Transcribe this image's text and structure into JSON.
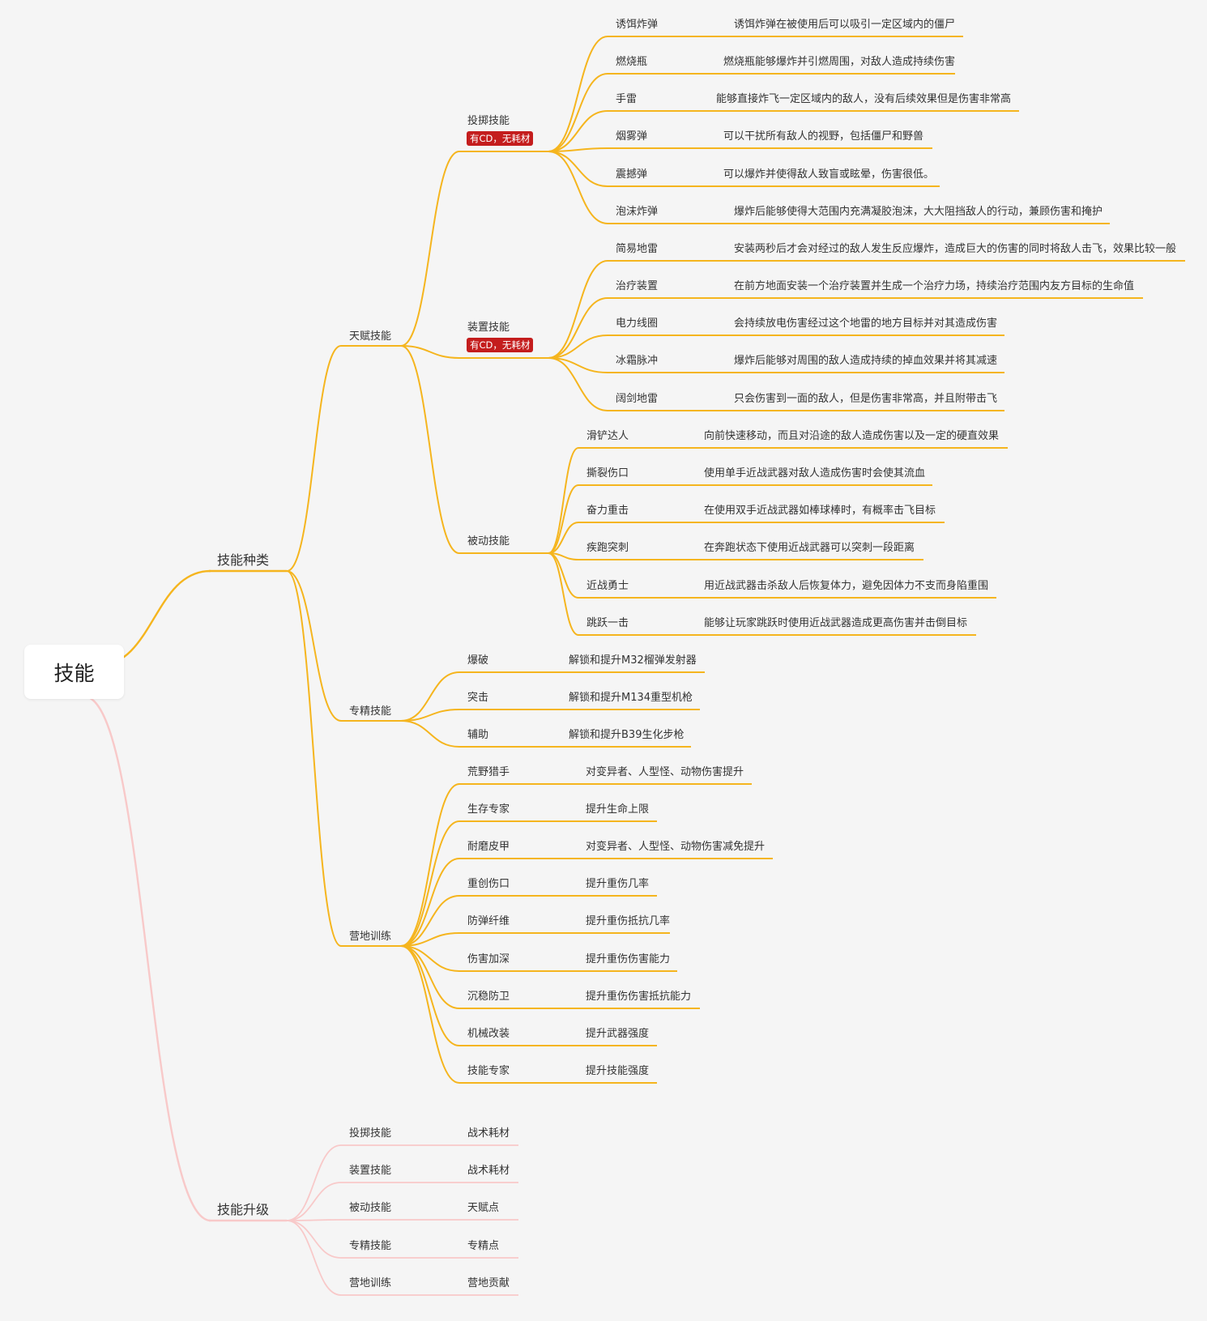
{
  "root": {
    "label": "技能"
  },
  "colors": {
    "branch_types": "#f5b51e",
    "branch_upgrade": "#f8c9c9"
  },
  "branches": [
    {
      "label": "技能种类",
      "color": "#f5b51e",
      "children": [
        {
          "label": "天赋技能",
          "children": [
            {
              "label": "投掷技能",
              "tag": "有CD，无耗材",
              "children": [
                {
                  "label": "诱饵炸弹",
                  "desc": "诱饵炸弹在被使用后可以吸引一定区域内的僵尸"
                },
                {
                  "label": "燃烧瓶",
                  "desc": "燃烧瓶能够爆炸并引燃周围，对敌人造成持续伤害"
                },
                {
                  "label": "手雷",
                  "desc": "能够直接炸飞一定区域内的敌人，没有后续效果但是伤害非常高"
                },
                {
                  "label": "烟雾弹",
                  "desc": "可以干扰所有敌人的视野，包括僵尸和野兽"
                },
                {
                  "label": "震撼弹",
                  "desc": "可以爆炸并使得敌人致盲或眩晕，伤害很低。"
                },
                {
                  "label": "泡沫炸弹",
                  "desc": "爆炸后能够使得大范围内充满凝胶泡沫，大大阻挡敌人的行动，兼顾伤害和掩护"
                }
              ]
            },
            {
              "label": "装置技能",
              "tag": "有CD，无耗材",
              "children": [
                {
                  "label": "简易地雷",
                  "desc": "安装两秒后才会对经过的敌人发生反应爆炸，造成巨大的伤害的同时将敌人击飞，效果比较一般"
                },
                {
                  "label": "治疗装置",
                  "desc": "在前方地面安装一个治疗装置并生成一个治疗力场，持续治疗范围内友方目标的生命值"
                },
                {
                  "label": "电力线圈",
                  "desc": "会持续放电伤害经过这个地雷的地方目标并对其造成伤害"
                },
                {
                  "label": "冰霜脉冲",
                  "desc": "爆炸后能够对周围的敌人造成持续的掉血效果并将其减速"
                },
                {
                  "label": "阔剑地雷",
                  "desc": "只会伤害到一面的敌人，但是伤害非常高，并且附带击飞"
                }
              ]
            },
            {
              "label": "被动技能",
              "children": [
                {
                  "label": "滑铲达人",
                  "desc": "向前快速移动，而且对沿途的敌人造成伤害以及一定的硬直效果"
                },
                {
                  "label": "撕裂伤口",
                  "desc": "使用单手近战武器对敌人造成伤害时会使其流血"
                },
                {
                  "label": "奋力重击",
                  "desc": "在使用双手近战武器如棒球棒时，有概率击飞目标"
                },
                {
                  "label": "疾跑突刺",
                  "desc": "在奔跑状态下使用近战武器可以突刺一段距离"
                },
                {
                  "label": "近战勇士",
                  "desc": "用近战武器击杀敌人后恢复体力，避免因体力不支而身陷重围"
                },
                {
                  "label": "跳跃一击",
                  "desc": "能够让玩家跳跃时使用近战武器造成更高伤害并击倒目标"
                }
              ]
            }
          ]
        },
        {
          "label": "专精技能",
          "children": [
            {
              "label": "爆破",
              "desc": "解锁和提升M32榴弹发射器"
            },
            {
              "label": "突击",
              "desc": "解锁和提升M134重型机枪"
            },
            {
              "label": "辅助",
              "desc": "解锁和提升B39生化步枪"
            }
          ]
        },
        {
          "label": "营地训练",
          "children": [
            {
              "label": "荒野猎手",
              "desc": "对变异者、人型怪、动物伤害提升"
            },
            {
              "label": "生存专家",
              "desc": "提升生命上限"
            },
            {
              "label": "耐磨皮甲",
              "desc": "对变异者、人型怪、动物伤害减免提升"
            },
            {
              "label": "重创伤口",
              "desc": "提升重伤几率"
            },
            {
              "label": "防弹纤维",
              "desc": "提升重伤抵抗几率"
            },
            {
              "label": "伤害加深",
              "desc": "提升重伤伤害能力"
            },
            {
              "label": "沉稳防卫",
              "desc": "提升重伤伤害抵抗能力"
            },
            {
              "label": "机械改装",
              "desc": "提升武器强度"
            },
            {
              "label": "技能专家",
              "desc": "提升技能强度"
            }
          ]
        }
      ]
    },
    {
      "label": "技能升级",
      "color": "#f8c9c9",
      "children": [
        {
          "label": "投掷技能",
          "desc": "战术耗材"
        },
        {
          "label": "装置技能",
          "desc": "战术耗材"
        },
        {
          "label": "被动技能",
          "desc": "天赋点"
        },
        {
          "label": "专精技能",
          "desc": "专精点"
        },
        {
          "label": "营地训练",
          "desc": "营地贡献"
        }
      ]
    }
  ]
}
